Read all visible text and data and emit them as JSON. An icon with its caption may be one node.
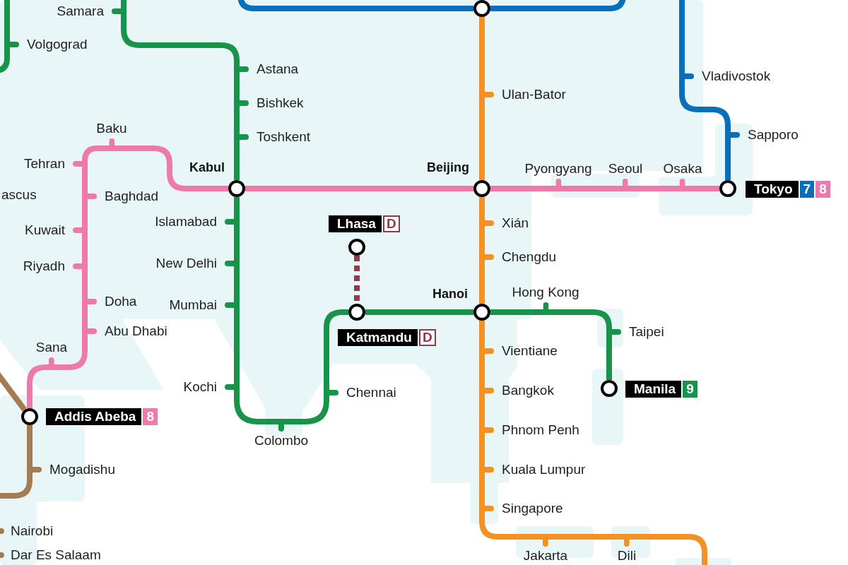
{
  "diagram": {
    "nodes": [
      {
        "text": [],
        "shape": "circle"
      },
      {
        "text": [
          "Samara"
        ]
      },
      {
        "text": [
          "Volgograd"
        ]
      },
      {
        "text": [
          "Astana"
        ]
      },
      {
        "text": [
          "Vladivostok"
        ]
      },
      {
        "text": [
          "Ulan-Bator"
        ]
      },
      {
        "text": [
          "Bishkek"
        ]
      },
      {
        "text": [
          "Baku"
        ]
      },
      {
        "text": [
          "Sapporo"
        ]
      },
      {
        "text": [
          "Toshkent"
        ]
      },
      {
        "text": [
          "Tehran"
        ]
      },
      {
        "text": [],
        "shape": "circle",
        "beside": [
          "Kabul"
        ]
      },
      {
        "text": [],
        "shape": "circle",
        "beside": [
          "Beijing"
        ]
      },
      {
        "text": [
          "Pyongyang"
        ]
      },
      {
        "text": [
          "Seoul"
        ]
      },
      {
        "text": [
          "Osaka"
        ]
      },
      {
        "text": [],
        "shape": "circle",
        "beside": [
          "Tokyo",
          "7",
          "8"
        ]
      },
      {
        "text": [
          "Baghdad"
        ]
      },
      {
        "text": [
          "Islamabad"
        ]
      },
      {
        "text": [],
        "shape": "circle",
        "beside": [
          "Lhasa",
          "D"
        ]
      },
      {
        "text": [
          "Xián"
        ]
      },
      {
        "text": [
          "Kuwait"
        ]
      },
      {
        "text": [
          "Chengdu"
        ]
      },
      {
        "text": [
          "New Delhi"
        ]
      },
      {
        "text": [
          "Riyadh"
        ]
      },
      {
        "text": [
          "Hong Kong"
        ]
      },
      {
        "text": [],
        "shape": "circle",
        "beside": [
          "Hanoi"
        ]
      },
      {
        "text": [
          "Doha"
        ]
      },
      {
        "text": [
          "Mumbai"
        ]
      },
      {
        "text": [],
        "shape": "circle",
        "beside": [
          "Katmandu",
          "D"
        ]
      },
      {
        "text": [
          "Taipei"
        ]
      },
      {
        "text": [
          "Abu Dhabi"
        ]
      },
      {
        "text": [
          "Sana"
        ]
      },
      {
        "text": [
          "Vientiane"
        ]
      },
      {
        "text": [],
        "shape": "circle",
        "beside": [
          "Manila",
          "9"
        ]
      },
      {
        "text": [
          "Bangkok"
        ]
      },
      {
        "text": [
          "Kochi"
        ]
      },
      {
        "text": [
          "Chennai"
        ]
      },
      {
        "text": [],
        "shape": "circle",
        "beside": [
          "Addis Abeba",
          "8"
        ]
      },
      {
        "text": [
          "Colombo"
        ]
      },
      {
        "text": [
          "Phnom Penh"
        ]
      },
      {
        "text": [
          "Mogadishu"
        ]
      },
      {
        "text": [
          "Kuala Lumpur"
        ]
      },
      {
        "text": [
          "Singapore"
        ]
      },
      {
        "text": [
          "Jakarta"
        ]
      },
      {
        "text": [
          "Dili"
        ]
      }
    ],
    "edges": [
      {
        "from": null,
        "to": 1,
        "arrow": "none",
        "color": "#17944a"
      },
      {
        "from": 1,
        "to": 3,
        "arrow": "none",
        "color": "#17944a"
      },
      {
        "from": 3,
        "to": 6,
        "arrow": "none",
        "color": "#17944a"
      },
      {
        "from": 6,
        "to": 9,
        "arrow": "none",
        "color": "#17944a"
      },
      {
        "from": 9,
        "to": 11,
        "arrow": "none",
        "color": "#17944a"
      },
      {
        "from": 11,
        "to": 18,
        "arrow": "none",
        "color": "#17944a"
      },
      {
        "from": 18,
        "to": 23,
        "arrow": "none",
        "color": "#17944a"
      },
      {
        "from": 23,
        "to": 28,
        "arrow": "none",
        "color": "#17944a"
      },
      {
        "from": 28,
        "to": 36,
        "arrow": "none",
        "color": "#17944a"
      },
      {
        "from": 36,
        "to": 39,
        "arrow": "none",
        "color": "#17944a"
      },
      {
        "from": 39,
        "to": 37,
        "arrow": "none",
        "color": "#17944a"
      },
      {
        "from": 37,
        "to": 29,
        "arrow": "none",
        "color": "#17944a"
      },
      {
        "from": 29,
        "to": 26,
        "arrow": "none",
        "color": "#17944a"
      },
      {
        "from": 26,
        "to": 25,
        "arrow": "none",
        "color": "#17944a"
      },
      {
        "from": 25,
        "to": 30,
        "arrow": "none",
        "color": "#17944a"
      },
      {
        "from": 30,
        "to": 34,
        "arrow": "none",
        "color": "#17944a"
      },
      {
        "from": null,
        "to": 2,
        "arrow": "none",
        "color": "#17944a"
      },
      {
        "from": 2,
        "to": null,
        "arrow": "none",
        "color": "#17944a"
      },
      {
        "from": null,
        "to": 0,
        "arrow": "none",
        "color": "#0b6eb9"
      },
      {
        "from": 0,
        "to": null,
        "arrow": "none",
        "color": "#0b6eb9"
      },
      {
        "from": null,
        "to": 4,
        "arrow": "none",
        "color": "#0b6eb9"
      },
      {
        "from": 4,
        "to": 8,
        "arrow": "none",
        "color": "#0b6eb9"
      },
      {
        "from": 8,
        "to": 16,
        "arrow": "none",
        "color": "#0b6eb9"
      },
      {
        "from": 0,
        "to": 5,
        "arrow": "none",
        "color": "#f39223"
      },
      {
        "from": 5,
        "to": 12,
        "arrow": "none",
        "color": "#f39223"
      },
      {
        "from": 12,
        "to": 20,
        "arrow": "none",
        "color": "#f39223"
      },
      {
        "from": 20,
        "to": 22,
        "arrow": "none",
        "color": "#f39223"
      },
      {
        "from": 22,
        "to": 26,
        "arrow": "none",
        "color": "#f39223"
      },
      {
        "from": 26,
        "to": 33,
        "arrow": "none",
        "color": "#f39223"
      },
      {
        "from": 33,
        "to": 35,
        "arrow": "none",
        "color": "#f39223"
      },
      {
        "from": 35,
        "to": 40,
        "arrow": "none",
        "color": "#f39223"
      },
      {
        "from": 40,
        "to": 42,
        "arrow": "none",
        "color": "#f39223"
      },
      {
        "from": 42,
        "to": 43,
        "arrow": "none",
        "color": "#f39223"
      },
      {
        "from": 43,
        "to": 44,
        "arrow": "none",
        "color": "#f39223"
      },
      {
        "from": 44,
        "to": 45,
        "arrow": "none",
        "color": "#f39223"
      },
      {
        "from": 45,
        "to": null,
        "arrow": "none",
        "color": "#f39223"
      },
      {
        "from": 38,
        "to": 32,
        "arrow": "none",
        "color": "#ee7aab"
      },
      {
        "from": 32,
        "to": 31,
        "arrow": "none",
        "color": "#ee7aab"
      },
      {
        "from": 31,
        "to": 27,
        "arrow": "none",
        "color": "#ee7aab"
      },
      {
        "from": 27,
        "to": 24,
        "arrow": "none",
        "color": "#ee7aab"
      },
      {
        "from": 24,
        "to": 21,
        "arrow": "none",
        "color": "#ee7aab"
      },
      {
        "from": 21,
        "to": 17,
        "arrow": "none",
        "color": "#ee7aab"
      },
      {
        "from": 17,
        "to": 10,
        "arrow": "none",
        "color": "#ee7aab"
      },
      {
        "from": 10,
        "to": 7,
        "arrow": "none",
        "color": "#ee7aab"
      },
      {
        "from": 7,
        "to": 11,
        "arrow": "none",
        "color": "#ee7aab"
      },
      {
        "from": 11,
        "to": 12,
        "arrow": "none",
        "color": "#ee7aab"
      },
      {
        "from": 12,
        "to": 13,
        "arrow": "none",
        "color": "#ee7aab"
      },
      {
        "from": 13,
        "to": 14,
        "arrow": "none",
        "color": "#ee7aab"
      },
      {
        "from": 14,
        "to": 15,
        "arrow": "none",
        "color": "#ee7aab"
      },
      {
        "from": 15,
        "to": 16,
        "arrow": "none",
        "color": "#ee7aab"
      },
      {
        "from": null,
        "to": 38,
        "arrow": "none",
        "color": "#a57c52"
      },
      {
        "from": 38,
        "to": 41,
        "arrow": "none",
        "color": "#a57c52"
      },
      {
        "from": 41,
        "to": null,
        "arrow": "none",
        "color": "#a57c52"
      },
      {
        "from": 19,
        "to": 29,
        "arrow": "none",
        "style": "dashed",
        "color": "#933a4a"
      }
    ],
    "labels": [
      "ascus",
      "Nairobi",
      "Dar Es Salaam"
    ]
  }
}
